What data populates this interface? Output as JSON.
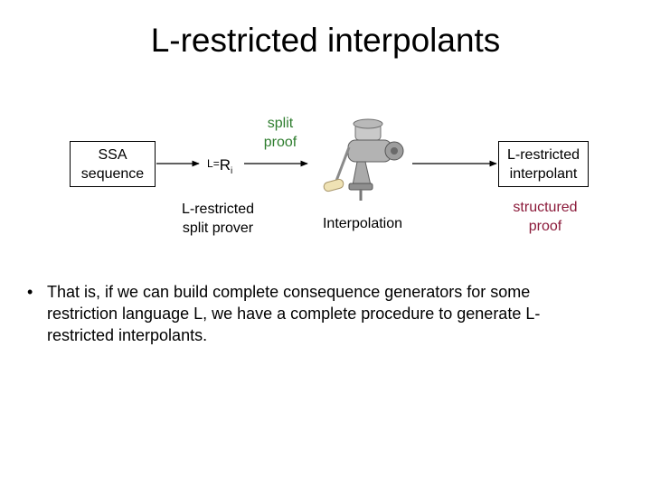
{
  "title": "L-restricted interpolants",
  "diagram": {
    "ssa_box": "SSA sequence",
    "lri_label": {
      "L": "L",
      "symbol": "=",
      "R": "R",
      "i": "i"
    },
    "split_proof": "split proof",
    "prover_label": "L-restricted split prover",
    "interpolation_label": "Interpolation",
    "interpolant_box": "L-restricted interpolant",
    "structured_proof": "structured proof",
    "colors": {
      "split_proof": "#2e7d2e",
      "structured_proof": "#8b1a3a"
    },
    "machine_icon": "meat-grinder-icon"
  },
  "bullet": {
    "marker": "•",
    "text": "That is, if we can build complete consequence generators for some restriction language L, we have a complete procedure to generate L-restricted interpolants."
  }
}
